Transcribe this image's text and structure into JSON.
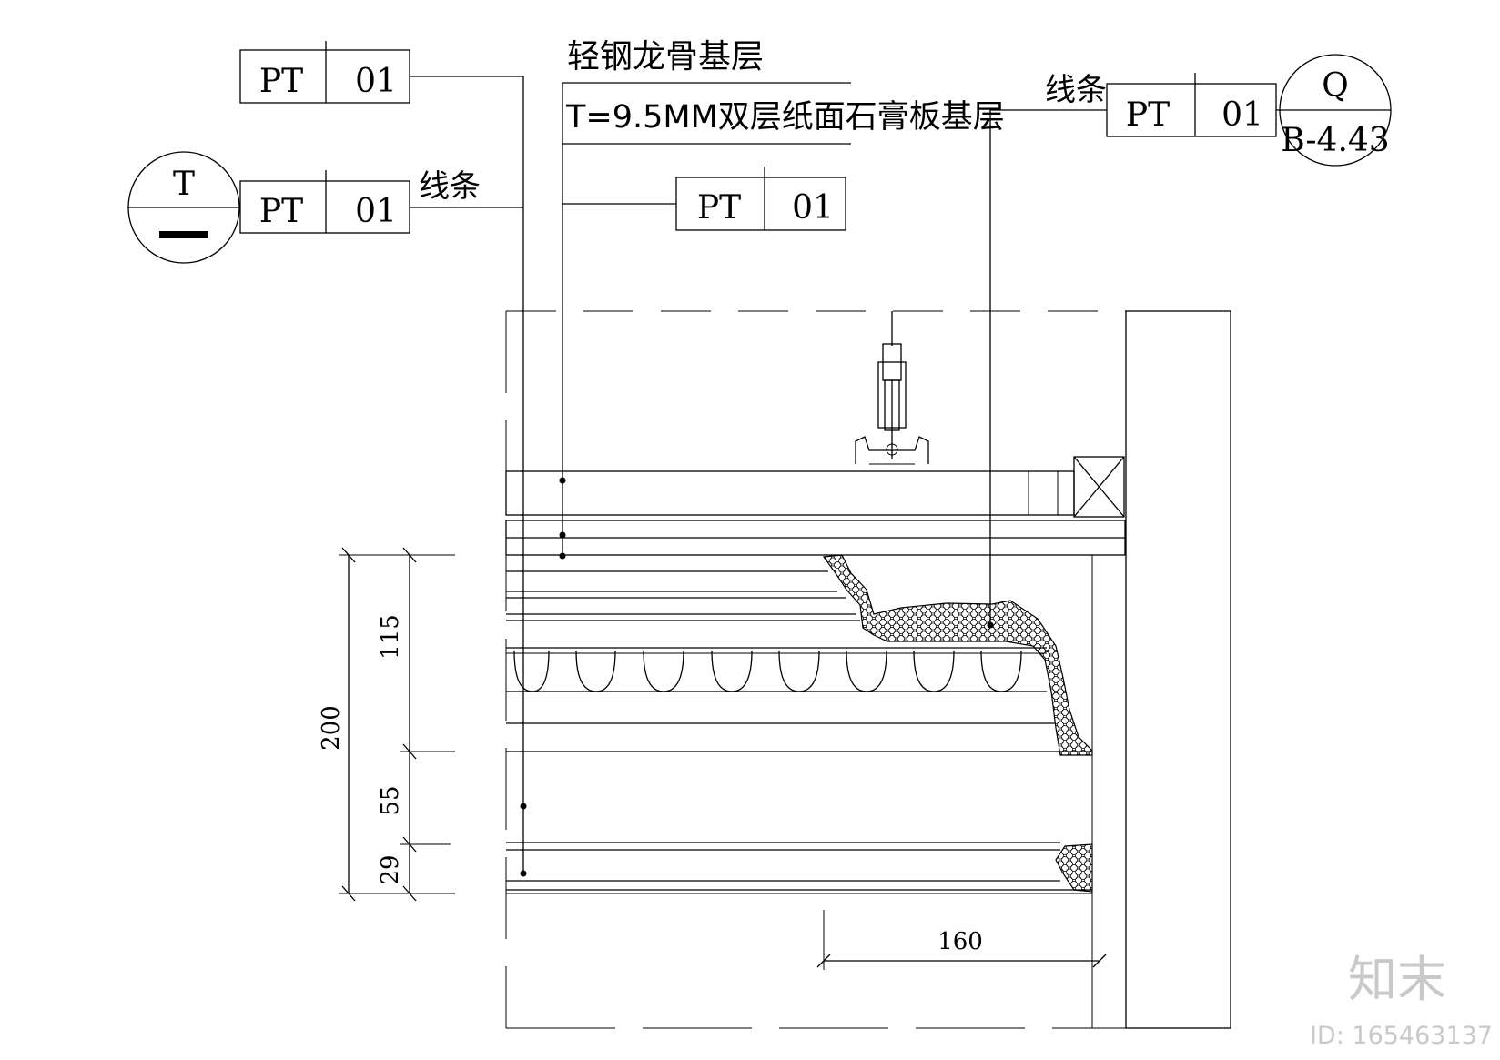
{
  "tags": [
    {
      "code": "PT",
      "num": "01"
    },
    {
      "code": "PT",
      "num": "01"
    },
    {
      "code": "PT",
      "num": "01"
    },
    {
      "code": "PT",
      "num": "01"
    }
  ],
  "labels": {
    "line_strip_left": "线条",
    "line_strip_right": "线条",
    "steel_keel": "轻钢龙骨基层",
    "gypsum_board": "T=9.5MM双层纸面石膏板基层"
  },
  "section_marks": {
    "left": {
      "top": "T",
      "bottom": "—"
    },
    "right": {
      "top": "Q",
      "bottom": "B-4.43"
    }
  },
  "dimensions": {
    "total": "200",
    "d1": "115",
    "d2": "55",
    "d3": "29",
    "horizontal": "160"
  },
  "watermark": {
    "logo": "知末",
    "id": "ID: 165463137"
  }
}
